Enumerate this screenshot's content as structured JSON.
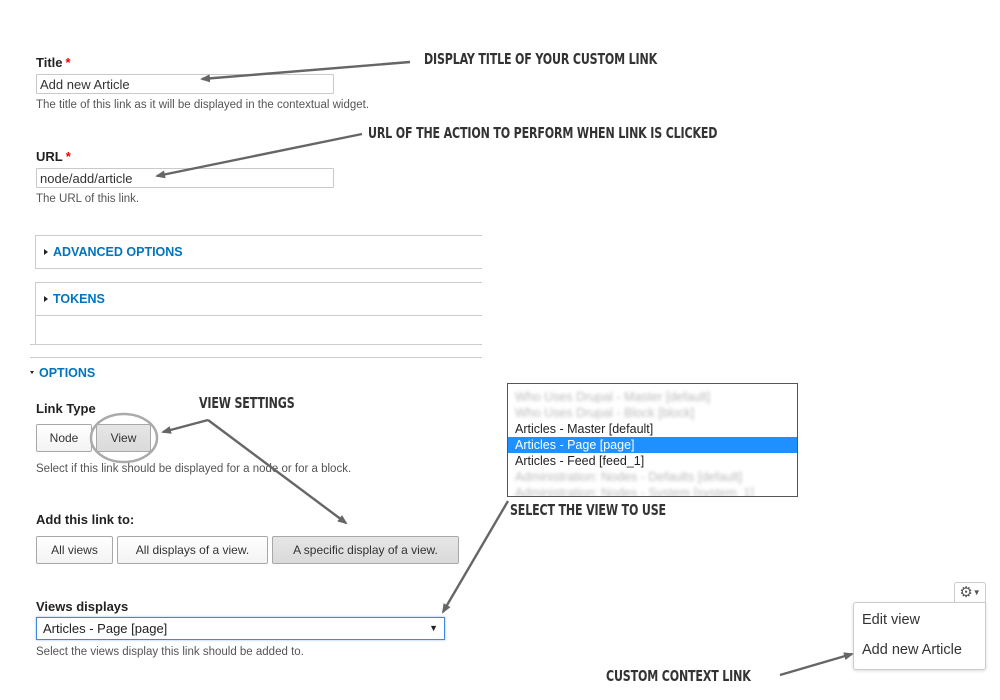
{
  "title_field": {
    "label": "Title",
    "required_mark": "*",
    "value": "Add new Article",
    "description": "The title of this link as it will be displayed in the contextual widget."
  },
  "url_field": {
    "label": "URL",
    "required_mark": "*",
    "value": "node/add/article",
    "description": "The URL of this link."
  },
  "fieldsets": {
    "advanced": "ADVANCED OPTIONS",
    "tokens": "TOKENS",
    "options": "OPTIONS"
  },
  "link_type": {
    "label": "Link Type",
    "buttons": [
      "Node",
      "View"
    ],
    "selected": "View",
    "description": "Select if this link should be displayed for a node or for a block."
  },
  "add_link_to": {
    "label": "Add this link to:",
    "buttons": [
      "All views",
      "All displays of a view.",
      "A specific display of a view."
    ],
    "selected": "A specific display of a view."
  },
  "views_displays": {
    "label": "Views displays",
    "value": "Articles - Page [page]",
    "description": "Select the views display this link should be added to."
  },
  "listbox": {
    "items": [
      {
        "text": "Who Uses Drupal - Master [default]",
        "blurred": true
      },
      {
        "text": "Who Uses Drupal - Block [block]",
        "blurred": true
      },
      {
        "text": "Articles - Master [default]",
        "blurred": false
      },
      {
        "text": "Articles - Page [page]",
        "blurred": false,
        "selected": true
      },
      {
        "text": "Articles - Feed [feed_1]",
        "blurred": false
      },
      {
        "text": "Administration: Nodes - Defaults [default]",
        "blurred": true
      },
      {
        "text": "Administration: Nodes - System [system_1]",
        "blurred": true
      }
    ]
  },
  "annotations": {
    "display_title": "DISPLAY TITLE OF YOUR CUSTOM LINK",
    "url_action": "URL OF THE ACTION TO PERFORM WHEN LINK IS CLICKED",
    "view_settings": "VIEW SETTINGS",
    "select_view": "SELECT THE VIEW TO USE",
    "custom_context": "CUSTOM CONTEXT LINK"
  },
  "context_menu": {
    "icon": "gear-icon",
    "items": [
      "Edit view",
      "Add new Article"
    ]
  },
  "colors": {
    "link_blue": "#0074bd",
    "selection_blue": "#1e90ff",
    "required_red": "#e00000",
    "arrow_gray": "#666666"
  }
}
